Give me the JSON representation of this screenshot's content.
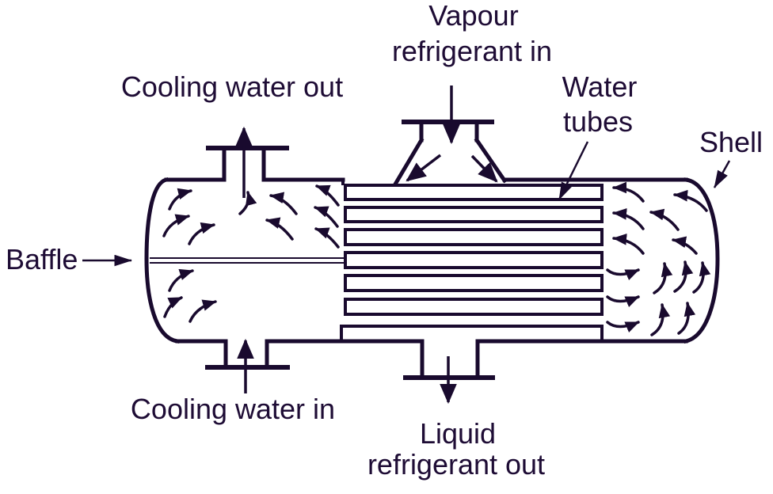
{
  "colors": {
    "ink": "#190a2e",
    "text": "#1e0c35",
    "background": "#ffffff"
  },
  "diagram": {
    "type": "shell-and-tube water-cooled condenser schematic",
    "labels": {
      "vapour_in_line1": "Vapour",
      "vapour_in_line2": "refrigerant in",
      "cooling_water_out": "Cooling water out",
      "water_tubes_line1": "Water",
      "water_tubes_line2": "tubes",
      "shell": "Shell",
      "baffle": "Baffle",
      "cooling_water_in": "Cooling water in",
      "liquid_out_line1": "Liquid",
      "liquid_out_line2": "refrigerant out"
    }
  }
}
